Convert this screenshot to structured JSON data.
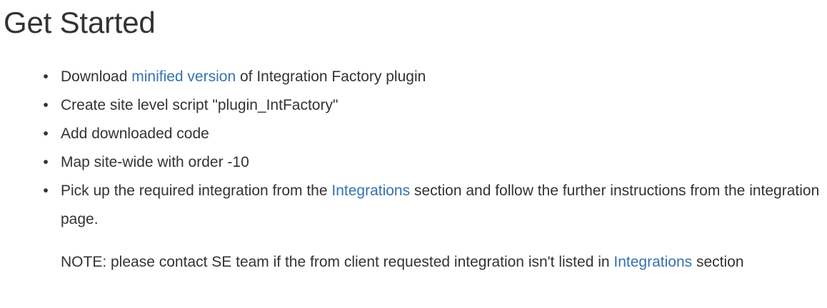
{
  "colors": {
    "background": "#ffffff",
    "text": "#333333",
    "heading": "#333333",
    "link": "#3572b0"
  },
  "page": {
    "title": "Get Started"
  },
  "steps": [
    {
      "bullet": "•",
      "parts": [
        {
          "type": "text",
          "value": "Download "
        },
        {
          "type": "link",
          "value": "minified version"
        },
        {
          "type": "text",
          "value": " of Integration Factory plugin"
        }
      ],
      "plain": "Download minified version of Integration Factory plugin"
    },
    {
      "bullet": "•",
      "parts": [
        {
          "type": "text",
          "value": "Create site level script \"plugin_IntFactory\""
        }
      ],
      "plain": "Create site level script \"plugin_IntFactory\""
    },
    {
      "bullet": "•",
      "parts": [
        {
          "type": "text",
          "value": "Add downloaded code"
        }
      ],
      "plain": "Add downloaded code"
    },
    {
      "bullet": "•",
      "parts": [
        {
          "type": "text",
          "value": "Map site-wide with order -10"
        }
      ],
      "plain": "Map site-wide with order -10"
    },
    {
      "bullet": "•",
      "parts": [
        {
          "type": "text",
          "value": "Pick up the required integration from the "
        },
        {
          "type": "link",
          "value": "Integrations"
        },
        {
          "type": "text",
          "value": " section and follow the further instructions from the integration page."
        }
      ],
      "plain": "Pick up the required integration from the Integrations section and follow the further instructions from the integration page.",
      "note": {
        "parts": [
          {
            "type": "text",
            "value": "NOTE: please contact SE team if the from client requested integration isn't listed in "
          },
          {
            "type": "link",
            "value": "Integrations"
          },
          {
            "type": "text",
            "value": " section"
          }
        ],
        "plain": "NOTE: please contact SE team if the from client requested integration isn't listed in Integrations section"
      }
    }
  ]
}
